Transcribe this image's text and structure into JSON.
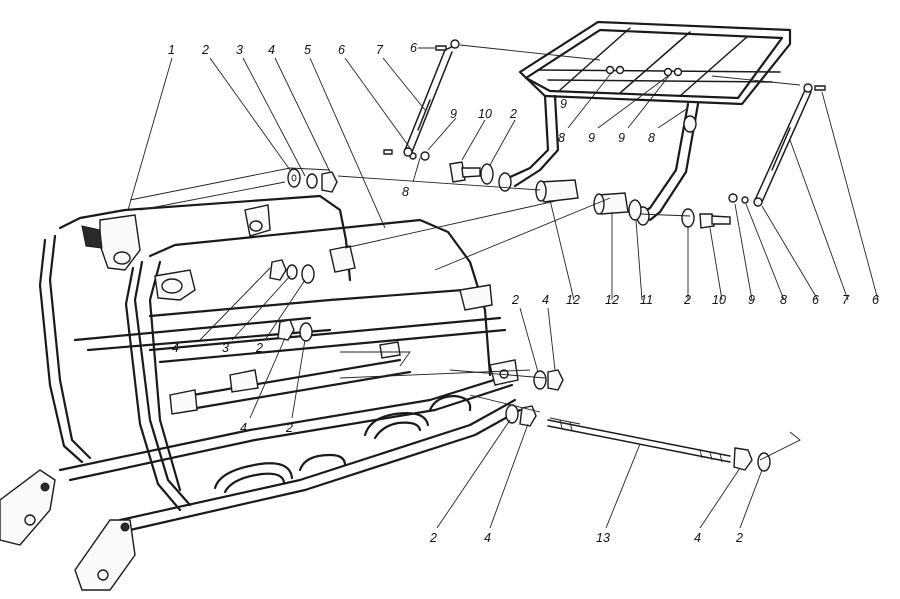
{
  "callouts": {
    "top": [
      "1",
      "2",
      "3",
      "4",
      "5",
      "6",
      "7",
      "6"
    ],
    "upper_right": [
      "10",
      "2",
      "9",
      "8",
      "9",
      "9",
      "8"
    ],
    "bottom_row": [
      "12",
      "12",
      "11",
      "2",
      "10",
      "9",
      "8",
      "6",
      "7",
      "6"
    ],
    "left_cluster": [
      "4",
      "3",
      "2",
      "4",
      "2"
    ],
    "mid_cluster": [
      "2",
      "4"
    ],
    "bottom_labels": [
      "2",
      "4",
      "13",
      "4",
      "2"
    ],
    "misc": [
      "8",
      "9"
    ]
  },
  "colors": {
    "ink": "#1a1a1a",
    "paper": "#ffffff"
  }
}
